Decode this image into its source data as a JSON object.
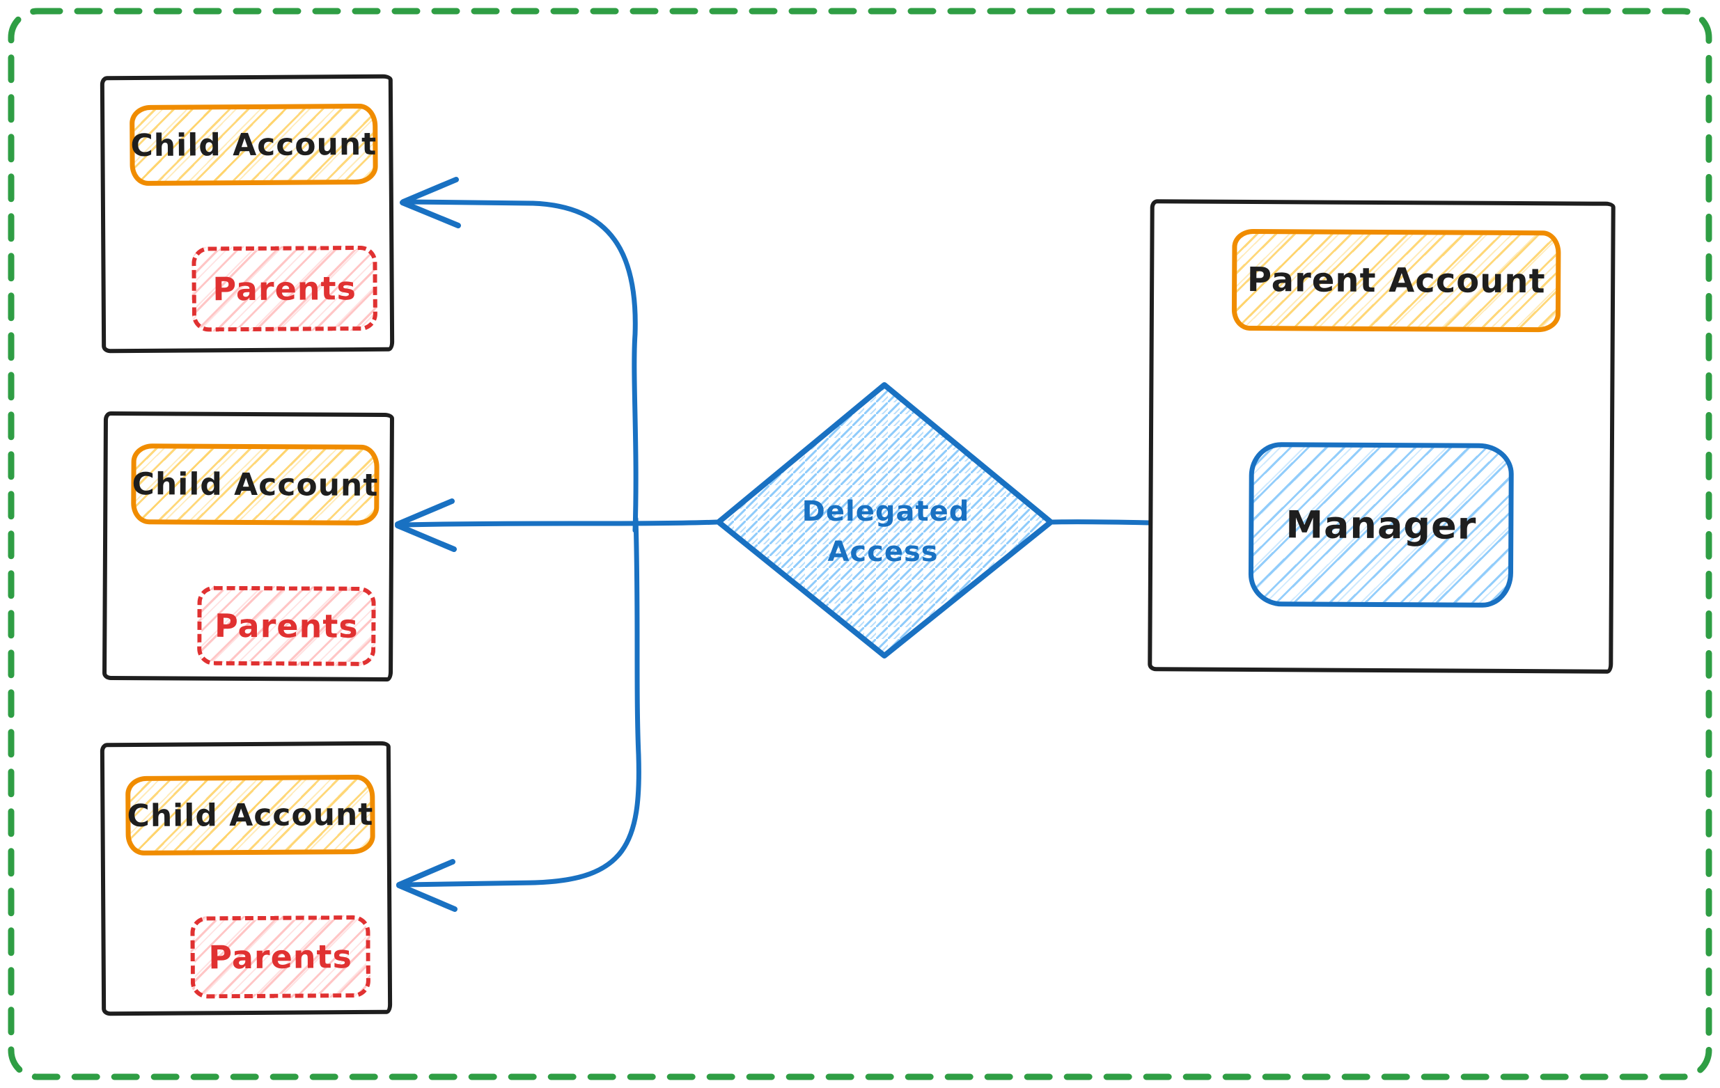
{
  "diagram": {
    "type": "sketch-flowchart",
    "nodes": {
      "child_accounts": [
        {
          "label": "Child Account",
          "sublabel": "Parents"
        },
        {
          "label": "Child Account",
          "sublabel": "Parents"
        },
        {
          "label": "Child Account",
          "sublabel": "Parents"
        }
      ],
      "parent_account": {
        "label": "Parent Account",
        "manager": "Manager"
      },
      "decision": {
        "label": [
          "Delegated",
          "Access"
        ]
      }
    },
    "edges": [
      {
        "from": "Manager",
        "to": "Delegated Access",
        "arrowhead": "none"
      },
      {
        "from": "Delegated Access",
        "to": "Child Account 1",
        "arrowhead": "left"
      },
      {
        "from": "Delegated Access",
        "to": "Child Account 2",
        "arrowhead": "left"
      },
      {
        "from": "Delegated Access",
        "to": "Child Account 3",
        "arrowhead": "left"
      }
    ],
    "colors": {
      "ink_black": "#1e1e1e",
      "orange_stroke": "#f08c00",
      "orange_hatch": "#ffcb4e",
      "red_stroke": "#e03131",
      "red_hatch": "#ff9696",
      "blue_stroke": "#1971c2",
      "blue_hatch": "#78c1fa",
      "frame_green": "#2f9e44",
      "background": "#ffffff"
    }
  }
}
